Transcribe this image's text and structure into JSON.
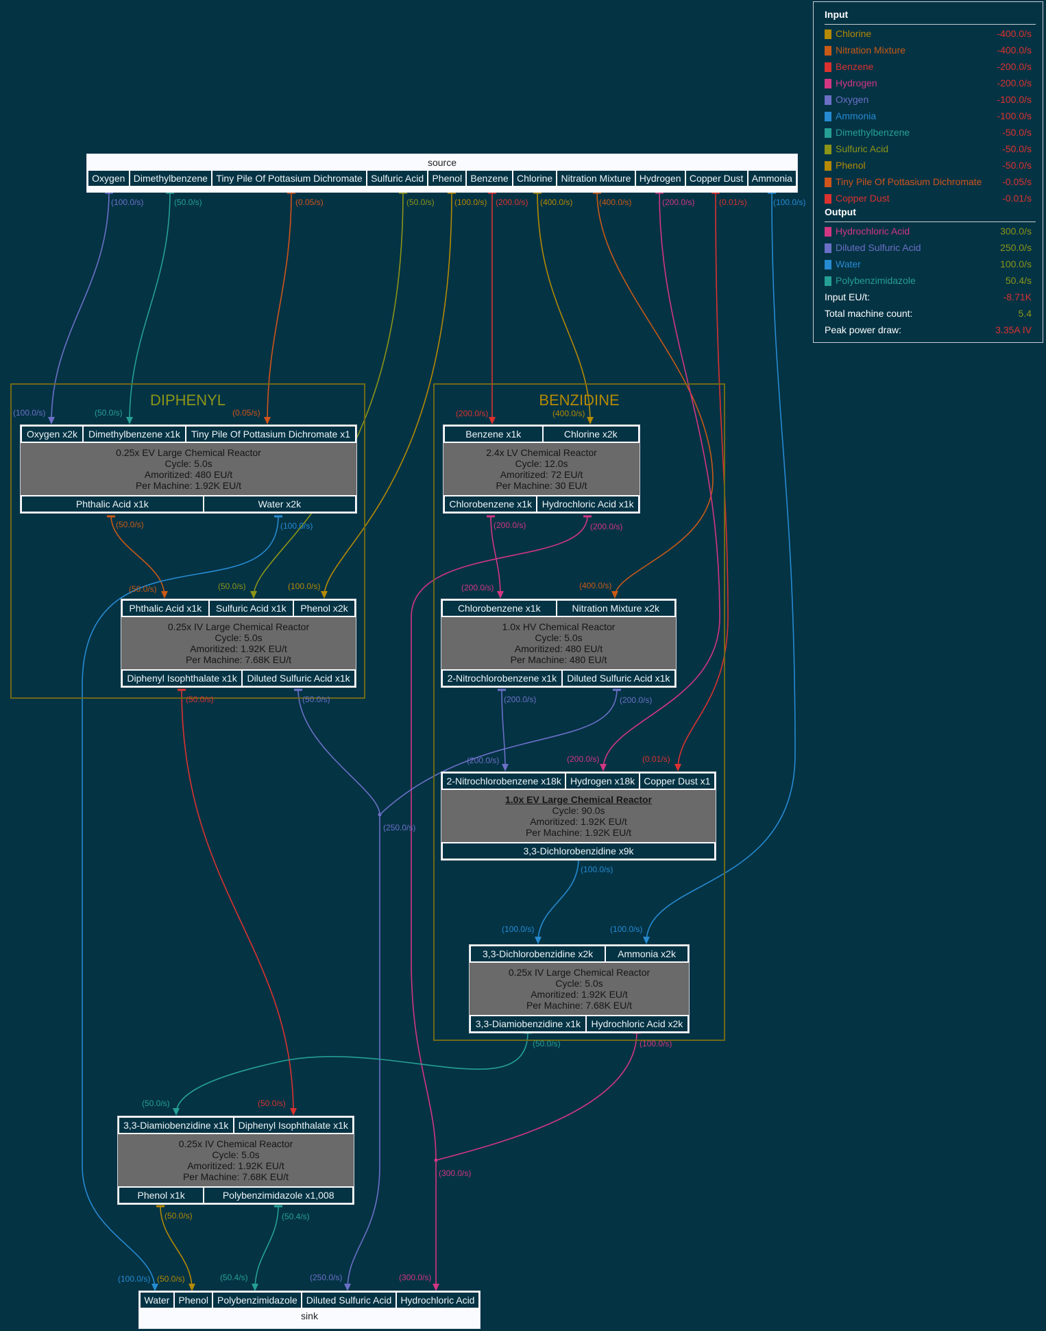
{
  "colors": {
    "background": "#043344",
    "oxygen": "#6b70c6",
    "dimethylbenzene": "#26a095",
    "pottassium": "#d1541b",
    "sulfuric": "#8d9518",
    "phenol": "#b58a05",
    "benzene": "#dc322f",
    "chlorine": "#b58a05",
    "nitration": "#cb5a16",
    "hydrogen": "#d33682",
    "copper": "#dc322f",
    "ammonia": "#268bd2",
    "cluster": "#8d9518",
    "cluster_title": "#b58a05"
  },
  "source": {
    "title": "source",
    "ports": [
      "Oxygen",
      "Dimethylbenzene",
      "Tiny Pile Of Pottasium Dichromate",
      "Sulfuric Acid",
      "Phenol",
      "Benzene",
      "Chlorine",
      "Nitration Mixture",
      "Hydrogen",
      "Copper Dust",
      "Ammonia"
    ]
  },
  "sink": {
    "title": "sink",
    "ports": [
      "Water",
      "Phenol",
      "Polybenzimidazole",
      "Diluted Sulfuric Acid",
      "Hydrochloric Acid"
    ]
  },
  "clusters": {
    "diphenyl": "DIPHENYL",
    "benzidine": "BENZIDINE"
  },
  "nodes": {
    "n1": {
      "inputs": [
        "Oxygen x2k",
        "Dimethylbenzene x1k",
        "Tiny Pile Of Pottasium Dichromate x1"
      ],
      "lines": [
        "0.25x EV Large Chemical Reactor",
        "Cycle: 5.0s",
        "Amoritized: 480 EU/t",
        "Per Machine: 1.92K EU/t"
      ],
      "outputs": [
        "Phthalic Acid x1k",
        "Water x2k"
      ]
    },
    "n2": {
      "inputs": [
        "Phthalic Acid x1k",
        "Sulfuric Acid x1k",
        "Phenol x2k"
      ],
      "lines": [
        "0.25x IV Large Chemical Reactor",
        "Cycle: 5.0s",
        "Amoritized: 1.92K EU/t",
        "Per Machine: 7.68K EU/t"
      ],
      "outputs": [
        "Diphenyl Isophthalate x1k",
        "Diluted Sulfuric Acid x1k"
      ]
    },
    "n3": {
      "inputs": [
        "Benzene x1k",
        "Chlorine x2k"
      ],
      "lines": [
        "2.4x LV Chemical Reactor",
        "Cycle: 12.0s",
        "Amoritized: 72 EU/t",
        "Per Machine: 30 EU/t"
      ],
      "outputs": [
        "Chlorobenzene x1k",
        "Hydrochloric Acid x1k"
      ]
    },
    "n4": {
      "inputs": [
        "Chlorobenzene x1k",
        "Nitration Mixture x2k"
      ],
      "lines": [
        "1.0x HV Chemical Reactor",
        "Cycle: 5.0s",
        "Amoritized: 480 EU/t",
        "Per Machine: 480 EU/t"
      ],
      "outputs": [
        "2-Nitrochlorobenzene x1k",
        "Diluted Sulfuric Acid x1k"
      ]
    },
    "n5": {
      "inputs": [
        "2-Nitrochlorobenzene x18k",
        "Hydrogen x18k",
        "Copper Dust x1"
      ],
      "lines": [
        "1.0x EV Large Chemical Reactor",
        "Cycle: 90.0s",
        "Amoritized: 1.92K EU/t",
        "Per Machine: 1.92K EU/t"
      ],
      "outputs": [
        "3,3-Dichlorobenzidine x9k"
      ]
    },
    "n6": {
      "inputs": [
        "3,3-Dichlorobenzidine x2k",
        "Ammonia x2k"
      ],
      "lines": [
        "0.25x IV Large Chemical Reactor",
        "Cycle: 5.0s",
        "Amoritized: 1.92K EU/t",
        "Per Machine: 7.68K EU/t"
      ],
      "outputs": [
        "3,3-Diamiobenzidine x1k",
        "Hydrochloric Acid x2k"
      ]
    },
    "n7": {
      "inputs": [
        "3,3-Diamiobenzidine x1k",
        "Diphenyl Isophthalate x1k"
      ],
      "lines": [
        "0.25x IV Chemical Reactor",
        "Cycle: 5.0s",
        "Amoritized: 1.92K EU/t",
        "Per Machine: 7.68K EU/t"
      ],
      "outputs": [
        "Phenol x1k",
        "Polybenzimidazole x1,008"
      ]
    }
  },
  "edge_labels": {
    "src_oxygen": "(100.0/s)",
    "src_dimethyl": "(50.0/s)",
    "src_pott": "(0.05/s)",
    "src_sulfuric": "(50.0/s)",
    "src_phenol": "(100.0/s)",
    "src_benzene": "(200.0/s)",
    "src_chlorine": "(400.0/s)",
    "src_nitration": "(400.0/s)",
    "src_hydrogen": "(200.0/s)",
    "src_copper": "(0.01/s)",
    "src_ammonia": "(100.0/s)",
    "n1_oxygen": "(100.0/s)",
    "n1_dimethyl": "(50.0/s)",
    "n1_pott": "(0.05/s)",
    "n1_phthalic": "(50.0/s)",
    "n1_water": "(100.0/s)",
    "n2_phthalic": "(50.0/s)",
    "n2_sulfuric": "(50.0/s)",
    "n2_phenol": "(100.0/s)",
    "n2_diphenyl": "(50.0/s)",
    "n2_dilsulf": "(50.0/s)",
    "n3_benzene": "(200.0/s)",
    "n3_chlorine": "(400.0/s)",
    "n3_chloro": "(200.0/s)",
    "n3_hcl": "(200.0/s)",
    "n4_chloro": "(200.0/s)",
    "n4_nitration": "(400.0/s)",
    "n4_nitro": "(200.0/s)",
    "n4_dilsulf": "(200.0/s)",
    "n5_nitro": "(200.0/s)",
    "n5_hydrogen": "(200.0/s)",
    "n5_copper": "(0.01/s)",
    "n5_dichloro": "(100.0/s)",
    "n6_dichloro": "(100.0/s)",
    "n6_ammonia": "(100.0/s)",
    "n6_diamio": "(50.0/s)",
    "n6_hcl": "(100.0/s)",
    "n7_diamio": "(50.0/s)",
    "n7_diphenyl": "(50.0/s)",
    "n7_phenol": "(50.0/s)",
    "n7_pbi": "(50.4/s)",
    "merge_dilsulf": "(250.0/s)",
    "merge_hcl": "(300.0/s)",
    "sink_water": "(100.0/s)",
    "sink_phenol": "(50.0/s)",
    "sink_pbi": "(50.4/s)",
    "sink_dilsulf": "(250.0/s)",
    "sink_hcl": "(300.0/s)"
  },
  "legend": {
    "input_header": "Input",
    "inputs": [
      {
        "name": "Chlorine",
        "value": "-400.0/s",
        "color": "#b58a05"
      },
      {
        "name": "Nitration Mixture",
        "value": "-400.0/s",
        "color": "#cb5a16"
      },
      {
        "name": "Benzene",
        "value": "-200.0/s",
        "color": "#dc322f"
      },
      {
        "name": "Hydrogen",
        "value": "-200.0/s",
        "color": "#d33682"
      },
      {
        "name": "Oxygen",
        "value": "-100.0/s",
        "color": "#6b70c6"
      },
      {
        "name": "Ammonia",
        "value": "-100.0/s",
        "color": "#268bd2"
      },
      {
        "name": "Dimethylbenzene",
        "value": "-50.0/s",
        "color": "#26a095"
      },
      {
        "name": "Sulfuric Acid",
        "value": "-50.0/s",
        "color": "#8d9518"
      },
      {
        "name": "Phenol",
        "value": "-50.0/s",
        "color": "#b58a05"
      },
      {
        "name": "Tiny Pile Of Pottasium Dichromate",
        "value": "-0.05/s",
        "color": "#d1541b"
      },
      {
        "name": "Copper Dust",
        "value": "-0.01/s",
        "color": "#dc322f"
      }
    ],
    "output_header": "Output",
    "outputs": [
      {
        "name": "Hydrochloric Acid",
        "value": "300.0/s",
        "color": "#d33682"
      },
      {
        "name": "Diluted Sulfuric Acid",
        "value": "250.0/s",
        "color": "#6b70c6"
      },
      {
        "name": "Water",
        "value": "100.0/s",
        "color": "#268bd2"
      },
      {
        "name": "Polybenzimidazole",
        "value": "50.4/s",
        "color": "#26a095"
      }
    ],
    "stats": [
      {
        "name": "Input EU/t:",
        "value": "-8.71K"
      },
      {
        "name": "Total machine count:",
        "value": "5.4"
      },
      {
        "name": "Peak power draw:",
        "value": "3.35A IV"
      }
    ],
    "negative_color": "#dc322f",
    "positive_color": "#8d9518"
  }
}
